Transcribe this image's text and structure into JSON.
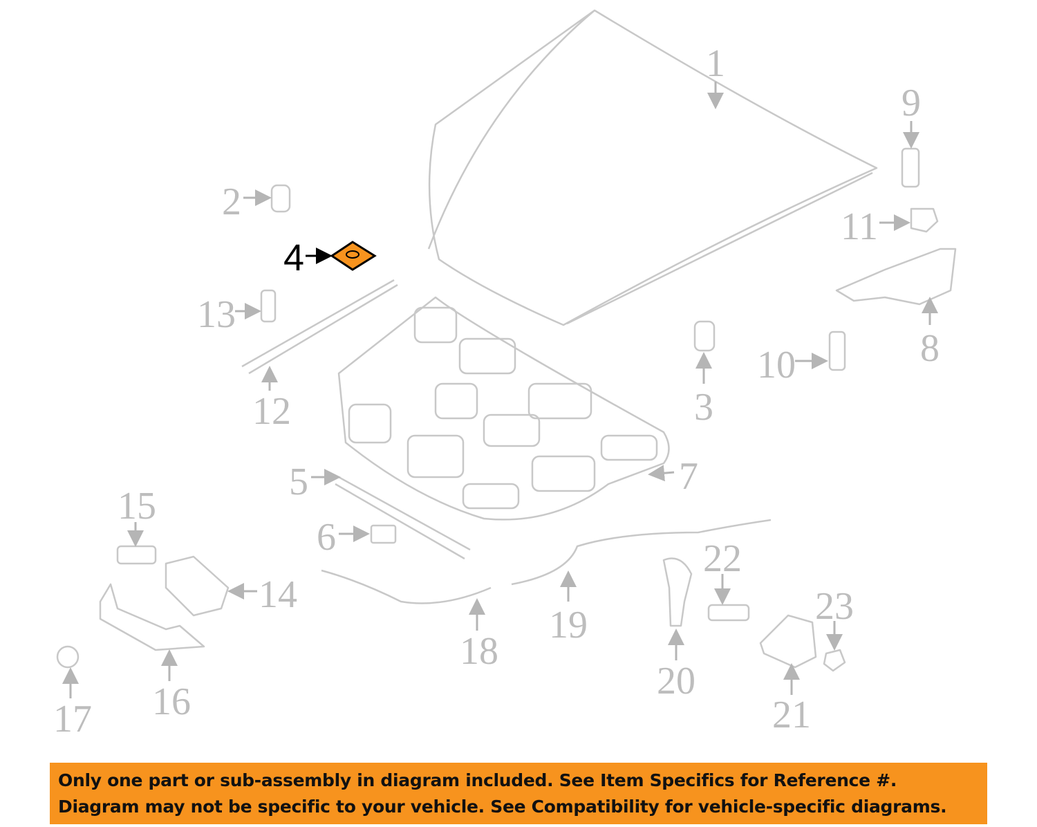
{
  "callouts": [
    "1",
    "2",
    "3",
    "4",
    "5",
    "6",
    "7",
    "8",
    "9",
    "10",
    "11",
    "12",
    "13",
    "14",
    "15",
    "16",
    "17",
    "18",
    "19",
    "20",
    "21",
    "22",
    "23"
  ],
  "highlighted_part": "4",
  "colors": {
    "highlight": "#f7931e",
    "banner": "#f7931e",
    "line_art": "#c8c8c8"
  },
  "banner": {
    "line1": "Only one part or sub-assembly in diagram included. See Item Specifics for Reference #.",
    "line2": "Diagram may not be specific to your vehicle. See Compatibility for vehicle-specific diagrams."
  }
}
